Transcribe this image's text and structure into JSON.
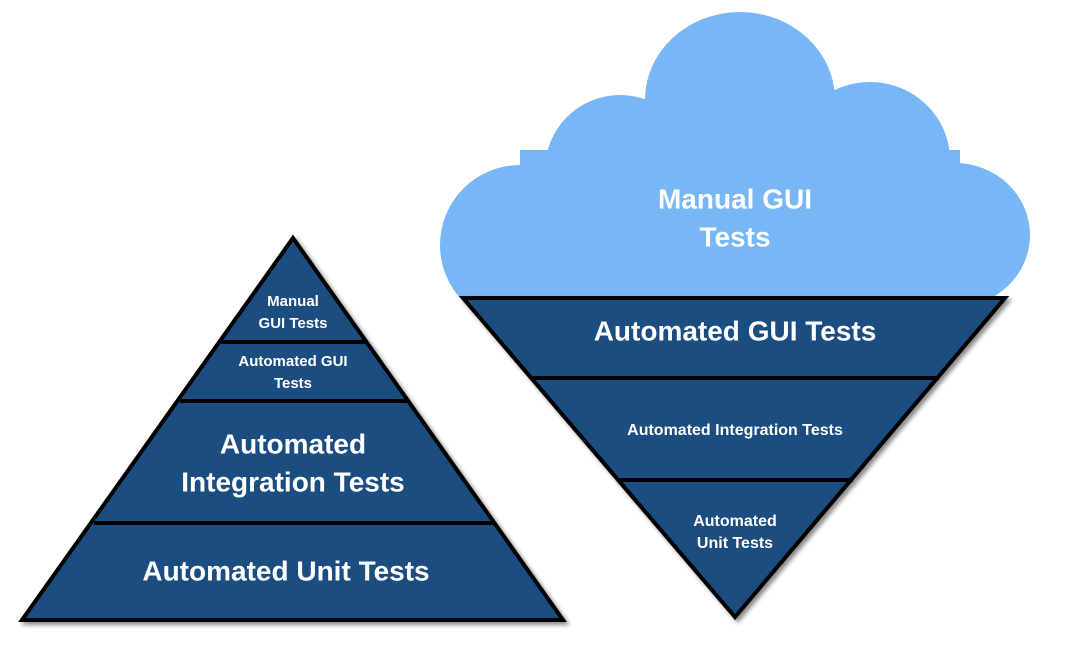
{
  "colors": {
    "band": "#1d4e80",
    "cloud": "#78b6f5",
    "outline": "#000000",
    "text": "#ffffff"
  },
  "pyramid": {
    "layers": [
      {
        "lines": [
          "Manual",
          "GUI Tests"
        ]
      },
      {
        "lines": [
          "Automated GUI",
          "Tests"
        ]
      },
      {
        "lines": [
          "Automated",
          "Integration Tests"
        ]
      },
      {
        "lines": [
          "Automated Unit Tests"
        ]
      }
    ]
  },
  "inverted": {
    "cloud": {
      "lines": [
        "Manual GUI",
        "Tests"
      ]
    },
    "layers": [
      {
        "lines": [
          "Automated GUI Tests"
        ]
      },
      {
        "lines": [
          "Automated Integration Tests"
        ]
      },
      {
        "lines": [
          "Automated",
          "Unit Tests"
        ]
      }
    ]
  }
}
